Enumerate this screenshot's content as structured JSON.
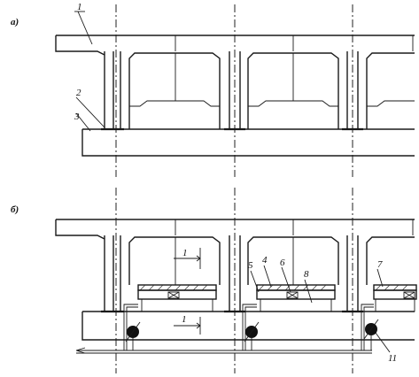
{
  "panels": {
    "a": {
      "label": "a)"
    },
    "b": {
      "label": "б)"
    }
  },
  "callouts": {
    "c1": "1",
    "c2": "2",
    "c3": "3",
    "c4": "4",
    "c5": "5",
    "c6": "6",
    "c7": "7",
    "c8": "8",
    "c11": "11"
  },
  "dimensions": {
    "d_upper": "1",
    "d_lower": "1"
  },
  "colors": {
    "ink": "#1a1a1a",
    "paper": "#ffffff"
  }
}
